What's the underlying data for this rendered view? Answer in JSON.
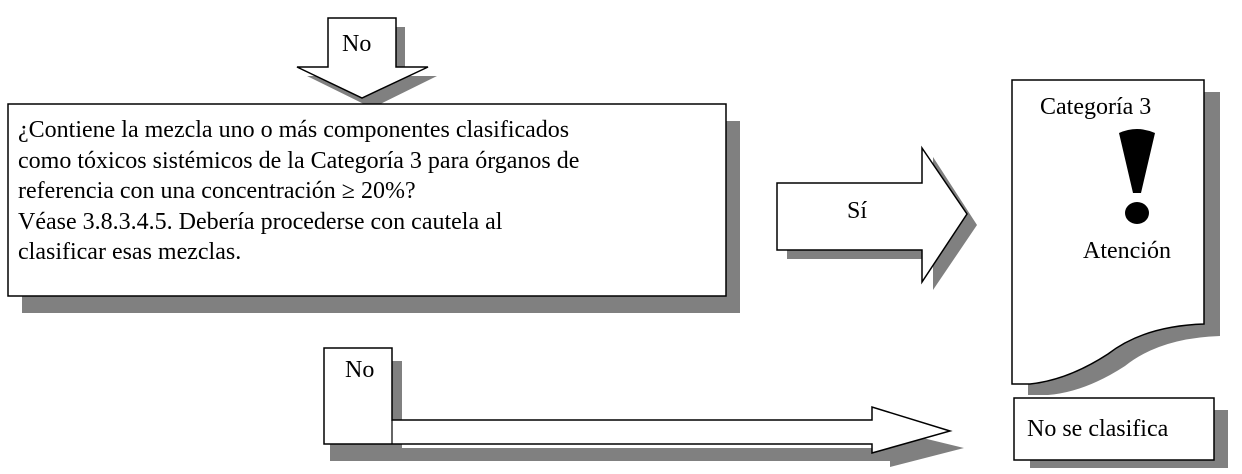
{
  "top_arrow": {
    "label": "No"
  },
  "question": {
    "lines": [
      "¿Contiene la mezcla uno o más componentes clasificados",
      "como tóxicos sistémicos de la Categoría 3 para órganos de",
      "referencia con una concentración ≥ 20%?",
      "Véase 3.8.3.4.5.  Debería procederse con cautela al",
      "clasificar esas mezclas."
    ]
  },
  "yes_arrow": {
    "label": "Sí"
  },
  "category_box": {
    "category": "Categoría 3",
    "pictogram": "exclamation-mark-icon",
    "signal_word": "Atención"
  },
  "bottom_arrow": {
    "label": "No"
  },
  "not_classified_box": {
    "label": "No se clasifica"
  },
  "colors": {
    "shadow": "#808080",
    "stroke": "#000000",
    "fill": "#ffffff"
  }
}
